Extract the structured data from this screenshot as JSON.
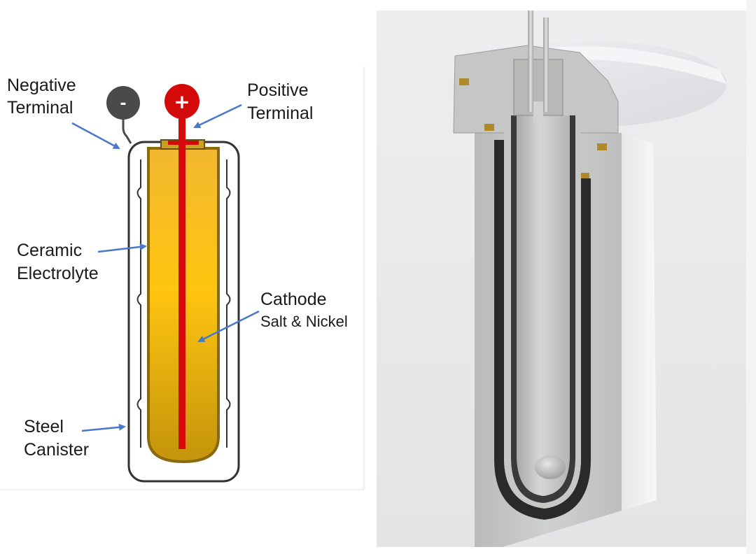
{
  "left_diagram": {
    "labels": {
      "negative_terminal": [
        "Negative",
        "Terminal"
      ],
      "positive_terminal": [
        "Positive",
        "Terminal"
      ],
      "ceramic_electrolyte": [
        "Ceramic",
        "Electrolyte"
      ],
      "cathode": [
        "Cathode",
        "Salt & Nickel"
      ],
      "steel_canister": [
        "Steel",
        "Canister"
      ]
    },
    "terminal_signs": {
      "negative": "-",
      "positive": "+"
    },
    "colors": {
      "negative_terminal": "#4a4a4a",
      "positive_terminal": "#d40a0a",
      "arrow": "#4a78c8",
      "cathode_top": "#f2b830",
      "cathode_mid": "#ffc510",
      "cathode_bottom": "#c99a10",
      "cathode_border": "#8a6a10",
      "canister_stroke": "#333333"
    }
  },
  "right_render": {
    "colors": {
      "background": "#e9eaec",
      "body": "#c7c8c8",
      "lid": "#e8e8ea",
      "seal": "#b08a2a",
      "dark_gap": "#2a2a2a"
    }
  }
}
